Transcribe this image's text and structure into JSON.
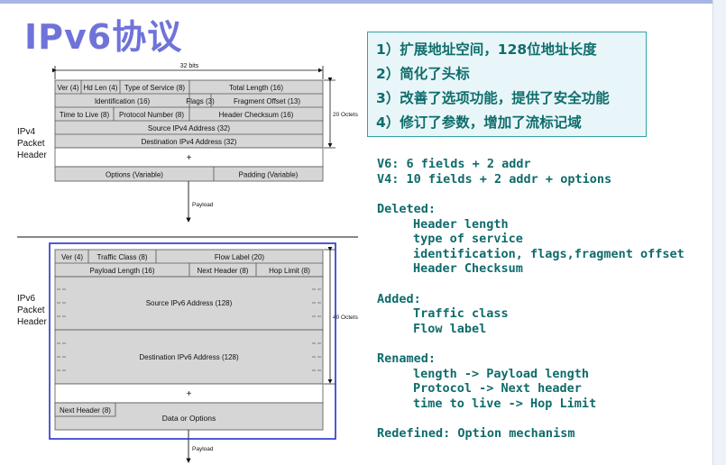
{
  "title": "IPv6协议",
  "summary": {
    "items": [
      "1）扩展地址空间，128位地址长度",
      "2）简化了头标",
      "3）改善了选项功能，提供了安全功能",
      "4）修订了参数，增加了流标记域"
    ]
  },
  "notes": {
    "v6_line": "V6: 6 fields  + 2 addr",
    "v4_line": "V4: 10 fields + 2 addr + options",
    "deleted_heading": "Deleted:",
    "deleted_items": [
      "Header length",
      "type of service",
      "identification, flags,fragment offset",
      "Header Checksum"
    ],
    "added_heading": "Added:",
    "added_items": [
      "Traffic class",
      "Flow label"
    ],
    "renamed_heading": "Renamed:",
    "renamed_items": [
      "length -> Payload length",
      "Protocol -> Next header",
      "time to live -> Hop Limit"
    ],
    "redefined_line": "Redefined: Option  mechanism"
  },
  "ipv4": {
    "width_label": "32 bits",
    "side_label": [
      "IPv4",
      "Packet",
      "Header"
    ],
    "size_label": "20 Octets",
    "fields": {
      "ver": "Ver (4)",
      "hdlen": "Hd Len (4)",
      "tos": "Type of Service (8)",
      "total_length": "Total Length (16)",
      "identification": "Identification (16)",
      "flags": "Flags (3)",
      "fragment_offset": "Fragment Offset (13)",
      "ttl": "Time to Live (8)",
      "protocol": "Protocol Number (8)",
      "checksum": "Header Checksum (16)",
      "source": "Source IPv4 Address (32)",
      "destination": "Destination IPv4 Address (32)",
      "options": "Options (Variable)",
      "padding": "Padding (Variable)"
    },
    "plus": "+",
    "payload_label": "Payload"
  },
  "ipv6": {
    "side_label": [
      "IPv6",
      "Packet",
      "Header"
    ],
    "size_label": "40 Octets",
    "fields": {
      "ver": "Ver (4)",
      "traffic_class": "Traffic Class (8)",
      "flow_label": "Flow Label (20)",
      "payload_length": "Payload Length (16)",
      "next_header": "Next Header (8)",
      "hop_limit": "Hop Limit (8)",
      "source": "Source IPv6 Address (128)",
      "destination": "Destination IPv6 Address (128)",
      "ext_next_header": "Next Header (8)",
      "data_or_options": "Data or Options"
    },
    "plus": "+",
    "payload_label": "Payload"
  }
}
